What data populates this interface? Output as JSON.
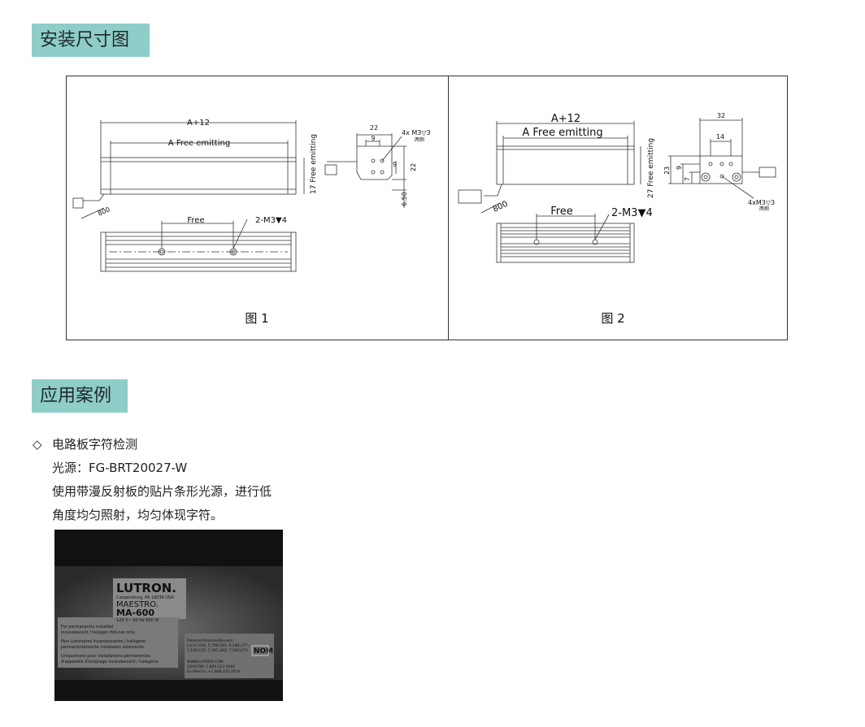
{
  "section1": {
    "title": "安装尺寸图"
  },
  "figure1": {
    "caption": "图 1",
    "dim_total": "A+12",
    "dim_free_emitting": "A Free emitting",
    "cable_length": "800",
    "free": "Free",
    "mount": "2-M3▼4",
    "height_label": "17 Free emitting",
    "end_dim_22": "22",
    "end_dim_9": "9",
    "end_screws": "4x M3▽3",
    "end_screws_note": "两侧",
    "end_dim_9v": "9",
    "end_dim_22v": "22",
    "end_dim_650": "6.50"
  },
  "figure2": {
    "caption": "图 2",
    "dim_total": "A+12",
    "dim_free_emitting": "A Free emitting",
    "cable_length": "800",
    "free": "Free",
    "mount": "2-M3▼4",
    "height_label": "27 Free emitting",
    "end_dim_32": "32",
    "end_dim_14": "14",
    "end_dim_23": "23",
    "end_dim_9": "9",
    "end_dim_7": "7",
    "end_screws": "4xM3▽3",
    "end_screws_note": "两侧"
  },
  "section2": {
    "title": "应用案例"
  },
  "case": {
    "bullet": "◇",
    "name": "电路板字符检测",
    "light_source": "光源：FG-BRT20027-W",
    "desc_line1": "使用带漫反射板的贴片条形光源，进行低",
    "desc_line2": "角度均匀照射，均匀体现字符。"
  },
  "photo": {
    "brand": "LUTRON.",
    "address": "Coopersburg, PA 18036 USA",
    "series": "MAESTRO.",
    "model": "MA-600",
    "rating": "120 V~  60 Hz  600 W",
    "text1": "For permanently installed",
    "text2": "incandescent / halogen fixtures only.",
    "text3": "Pars luminaires incandescente / halógeno",
    "text4": "permanentemente instalados solamente.",
    "text5": "Uniquement pour installations permanentes",
    "text6": "d'appareils d'éclairage incandescent / halogène.",
    "patents": "Patents/Patentes/Brevets:",
    "patent_nums1": "5,637,930; 5,798,581; 6,188,377;",
    "patent_nums2": "7,190,125; 7,365,282; 7,546,473",
    "web": "WWW.LUTRON.COM",
    "usa": "USA/CAN:  1.800.523.9466",
    "mex": "En México:  +1.888.235.2910",
    "nom": "NOM"
  }
}
